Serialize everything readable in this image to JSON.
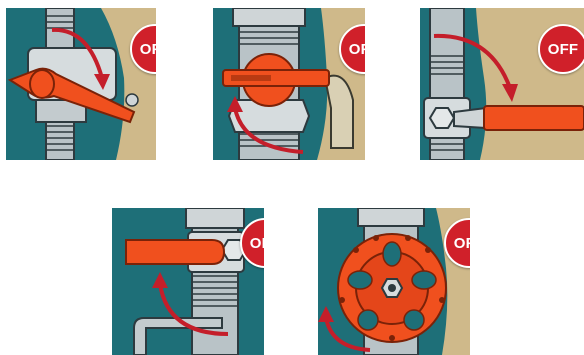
{
  "badge_color": "#d0202a",
  "handle_color": "#f0501e",
  "arrow_color": "#c41e2a",
  "panels": [
    {
      "id": "lever-valve-1",
      "badge_label": "OFF",
      "icon": "lever-valve-icon"
    },
    {
      "id": "lever-valve-2",
      "badge_label": "OFF",
      "icon": "lever-valve-icon"
    },
    {
      "id": "lever-valve-3",
      "badge_label": "OFF",
      "icon": "lever-valve-icon"
    },
    {
      "id": "lever-valve-4",
      "badge_label": "OFF",
      "icon": "lever-valve-icon"
    },
    {
      "id": "gate-valve-wheel",
      "badge_label": "OFF",
      "icon": "wheel-valve-icon"
    }
  ]
}
